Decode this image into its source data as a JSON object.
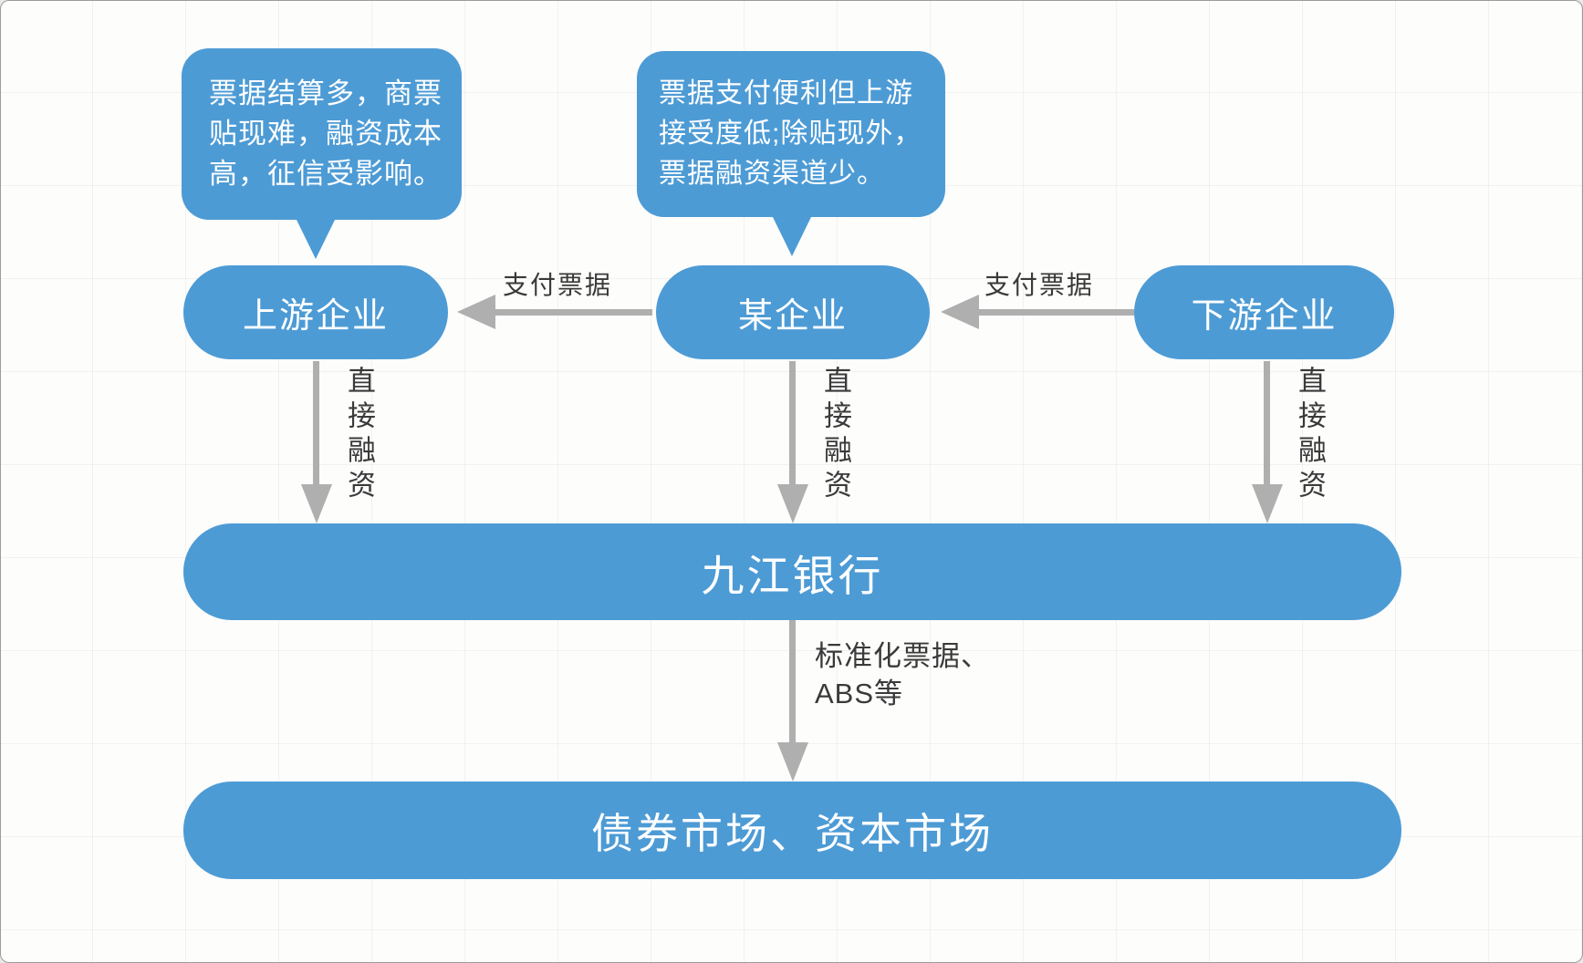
{
  "palette": {
    "node_blue": "#4d9bd5",
    "arrow_gray": "#afafaf",
    "label_text": "#3a3a3a",
    "node_text": "#ffffff",
    "background": "#fdfdfc"
  },
  "bubbles": [
    {
      "id": "upstream-note",
      "lines": [
        "票据结算多，商票",
        "贴现难，融资成本",
        "高，征信受影响。"
      ]
    },
    {
      "id": "company-note",
      "lines": [
        "票据支付便利但上游",
        "接受度低;除贴现外，",
        "票据融资渠道少。"
      ]
    }
  ],
  "nodes": [
    {
      "id": "upstream",
      "label": "上游企业"
    },
    {
      "id": "company",
      "label": "某企业"
    },
    {
      "id": "downstream",
      "label": "下游企业"
    }
  ],
  "horizontal_arrows": [
    {
      "from": "company",
      "to": "upstream",
      "label": "支付票据"
    },
    {
      "from": "downstream",
      "to": "company",
      "label": "支付票据"
    }
  ],
  "vertical_arrows": [
    {
      "from": "upstream",
      "to": "bank",
      "label": "直接融资"
    },
    {
      "from": "company",
      "to": "bank",
      "label": "直接融资"
    },
    {
      "from": "downstream",
      "to": "bank",
      "label": "直接融资"
    }
  ],
  "bank_bar": {
    "label": "九江银行"
  },
  "bank_to_market_arrow": {
    "lines": [
      "标准化票据、",
      "ABS等"
    ]
  },
  "market_bar": {
    "label": "债券市场、资本市场"
  }
}
